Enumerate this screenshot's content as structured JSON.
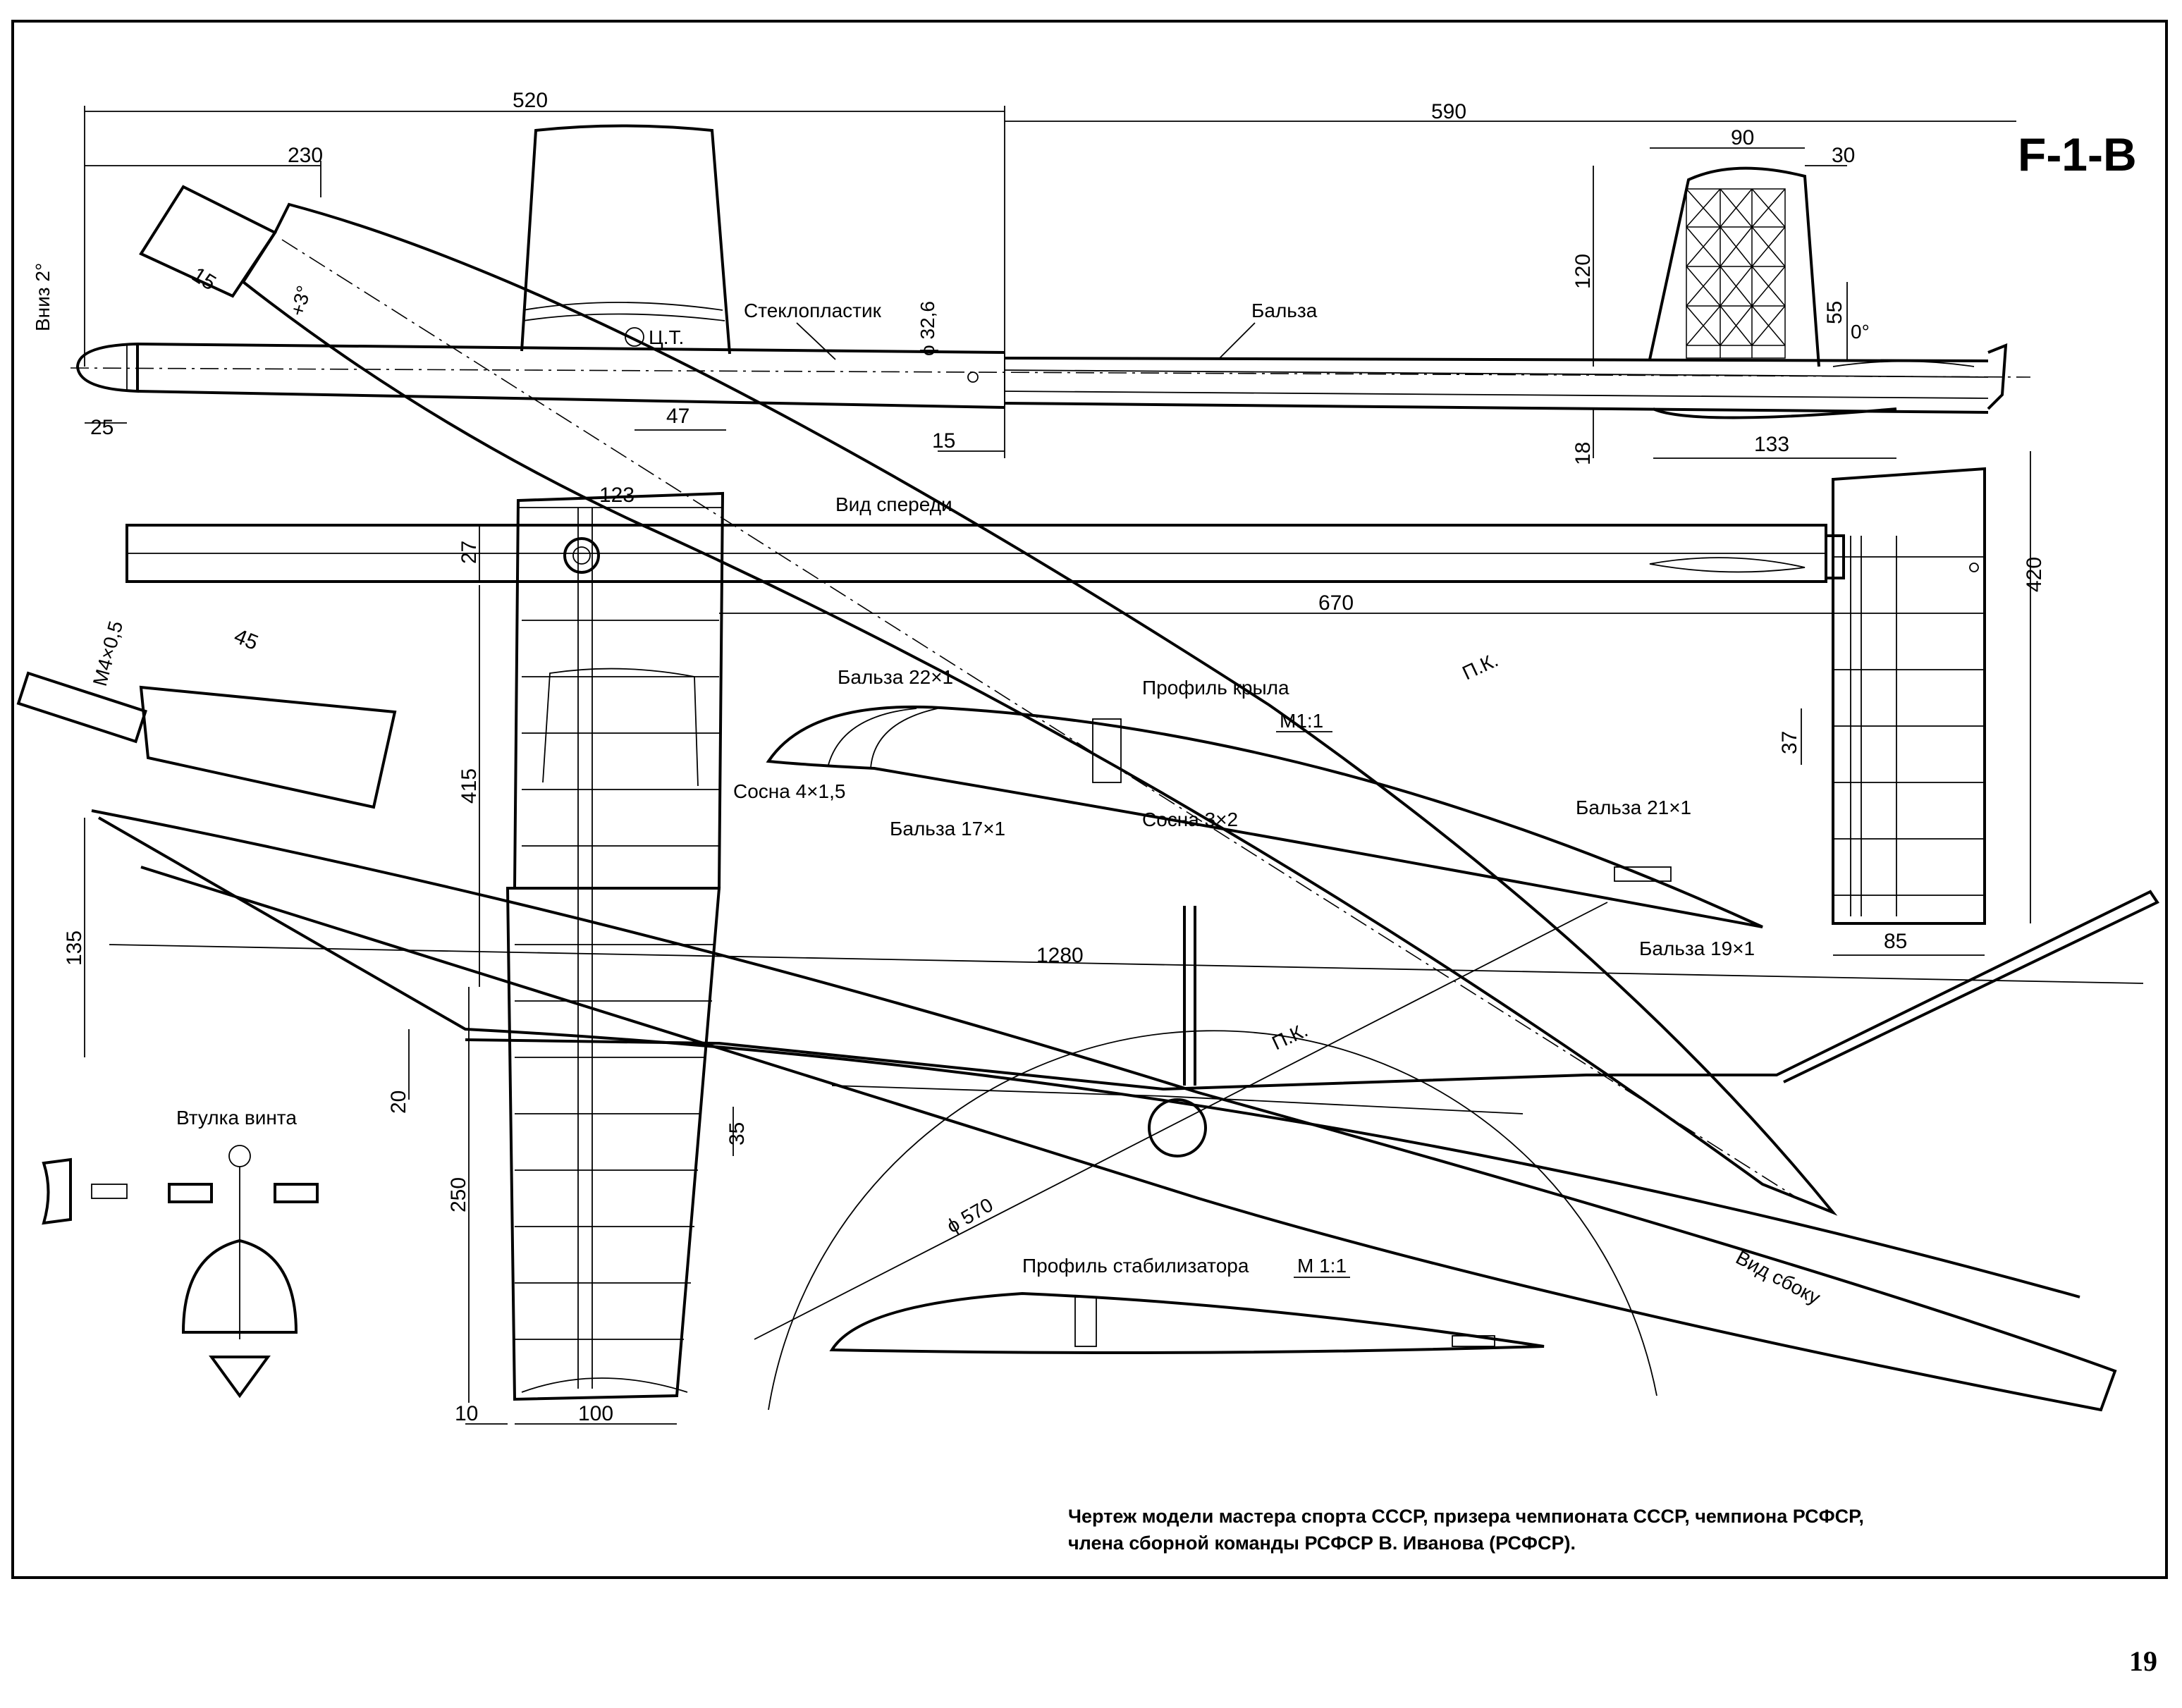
{
  "title": "F-1-B",
  "page_number": "19",
  "caption": {
    "line1": "Чертеж модели мастера спорта СССР, призера чемпионата СССР, чемпиона РСФСР,",
    "line2": "члена сборной команды РСФСР В. Иванова (РСФСР)."
  },
  "labels": {
    "steklo": "Стеклопластик",
    "balsa": "Бальза",
    "ct": "Ц.Т.",
    "vid_speredi": "Вид спереди",
    "balsa22": "Бальза 22×1",
    "profil_kryla": "Профиль крыла",
    "m1_wing": "М1:1",
    "sosna4": "Сосна  4×1,5",
    "balsa17": "Бальза 17×1",
    "sosna3": "Сосна  3×2",
    "balsa21": "Бальза 21×1",
    "balsa19": "Бальза 19×1",
    "pk1": "П.К.",
    "pk2": "П.К.",
    "vtulka": "Втулка винта",
    "profil_stab": "Профиль стабилизатора",
    "m1_stab": "М 1:1",
    "vid_sboku": "Вид сбоку",
    "vniz": "Вниз 2°",
    "plus3": "+3°",
    "zero": "0°",
    "m4": "М4×0,5",
    "d32": "ϕ 32,6",
    "d570": "ϕ 570"
  },
  "dims": {
    "d520": "520",
    "d590": "590",
    "d230": "230",
    "d15a": "15",
    "d25": "25",
    "d47": "47",
    "d15b": "15",
    "d90": "90",
    "d30": "30",
    "d120": "120",
    "d55": "55",
    "d18": "18",
    "d133": "133",
    "d123": "123",
    "d27": "27",
    "d670": "670",
    "d420": "420",
    "d45": "45",
    "d415": "415",
    "d37": "37",
    "d135": "135",
    "d1280": "1280",
    "d85": "85",
    "d20": "20",
    "d35": "35",
    "d250": "250",
    "d10": "10",
    "d100": "100"
  }
}
